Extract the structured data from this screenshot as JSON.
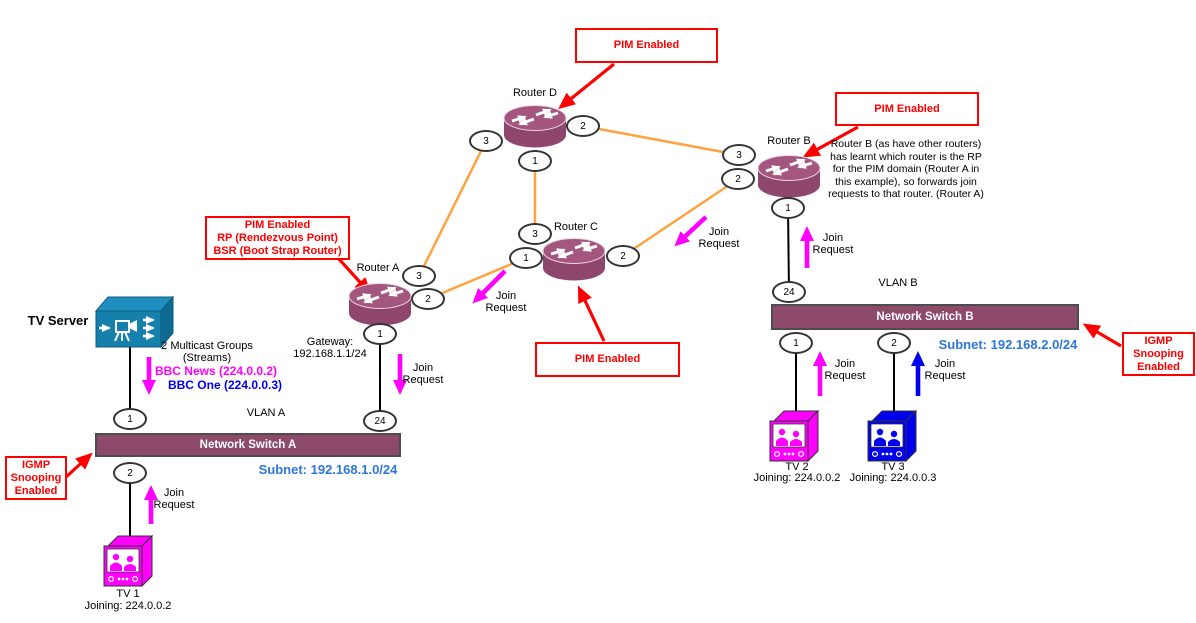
{
  "diagram": {
    "tv_server_label": "TV Server",
    "multicast_info": "2 Multicast Groups\n(Streams)",
    "stream_bbc_news": "BBC News (224.0.0.2)",
    "stream_bbc_one": "BBC One (224.0.0.3)",
    "gateway": "Gateway:\n192.168.1.1/24",
    "join_request": "Join\nRequest",
    "router_b_note": "Router B (as have other routers) has learnt which router is the RP for the PIM domain (Router A in this example), so forwards join requests to that router. (Router A)",
    "routers": {
      "a": "Router A",
      "b": "Router B",
      "c": "Router C",
      "d": "Router D"
    },
    "switch_a": {
      "label": "Network Switch A",
      "vlan": "VLAN A",
      "subnet": "Subnet: 192.168.1.0/24"
    },
    "switch_b": {
      "label": "Network Switch B",
      "vlan": "VLAN B",
      "subnet": "Subnet: 192.168.2.0/24"
    },
    "tvs": {
      "tv1": {
        "label": "TV 1",
        "joining": "Joining: 224.0.0.2"
      },
      "tv2": {
        "label": "TV 2",
        "joining": "Joining: 224.0.0.2"
      },
      "tv3": {
        "label": "TV 3",
        "joining": "Joining: 224.0.0.3"
      }
    },
    "callouts": {
      "pim_enabled_d": "PIM Enabled",
      "pim_enabled_b": "PIM Enabled",
      "pim_enabled_c": "PIM Enabled",
      "pim_rp_bsr": "PIM Enabled\nRP (Rendezvous Point)\nBSR (Boot Strap Router)",
      "igmp_snooping_a": "IGMP\nSnooping\nEnabled",
      "igmp_snooping_b": "IGMP\nSnooping\nEnabled"
    },
    "ports": {
      "a1": "1",
      "a2": "2",
      "a3": "3",
      "b1": "1",
      "b2": "2",
      "b3": "3",
      "c1": "1",
      "c2": "2",
      "c3": "3",
      "d1": "1",
      "d2": "2",
      "d3": "3",
      "swa_1": "1",
      "swa_2": "2",
      "swa_24": "24",
      "swb_1": "1",
      "swb_2": "2",
      "swb_24": "24"
    },
    "colors": {
      "router": "#A4567E",
      "switch": "#8E4A6B",
      "link_orange": "#FFA23F",
      "magenta": "#FF00FF",
      "blue": "#0000EE",
      "red": "#FF0000",
      "subnet_blue": "#2E75D8",
      "server_teal": "#1580AB"
    }
  }
}
